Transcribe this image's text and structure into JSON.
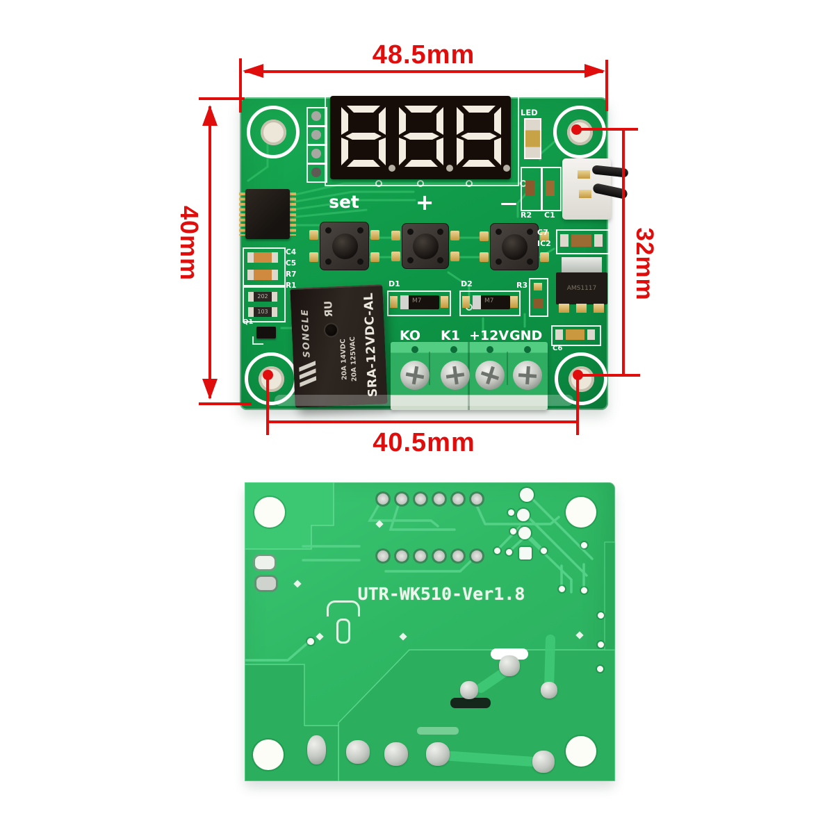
{
  "annotations": {
    "top_width_label": "48.5mm",
    "left_height_label": "40mm",
    "right_height_label": "32mm",
    "bottom_width_label": "40.5mm"
  },
  "front_board": {
    "display_value": "8.8.8",
    "labels": {
      "led": "LED",
      "set_button": "set",
      "plus_button": "+",
      "minus_button": "—",
      "r2": "R2",
      "c1": "C1",
      "c7": "C7",
      "ic2": "IC2",
      "d1": "D1",
      "d2": "D2",
      "r3": "R3",
      "c4": "C4",
      "c5": "C5",
      "r7": "R7",
      "r1": "R1",
      "q1": "Q1",
      "c6": "C6"
    },
    "terminal_labels": [
      "KO",
      "K1",
      "+12V",
      "GND"
    ],
    "relay": {
      "brand": "SONGLE",
      "ul_mark": "ЯU",
      "rating_line1": "20A 14VDC",
      "rating_line2": "20A 125VAC",
      "model": "SRA-12VDC-AL"
    },
    "regulator_marking": "AMS1117",
    "diode_marking": "M7",
    "resistor_codes": [
      "202",
      "103"
    ]
  },
  "back_board": {
    "silkscreen_text": "UTR-WK510-Ver1.8"
  },
  "colors": {
    "annotation_red": "#e00d0d",
    "front_pcb_green": "#0f9c49",
    "back_pcb_green": "#2fbb66",
    "display_segment": "#f2ece1",
    "terminal_green": "#36b467"
  }
}
